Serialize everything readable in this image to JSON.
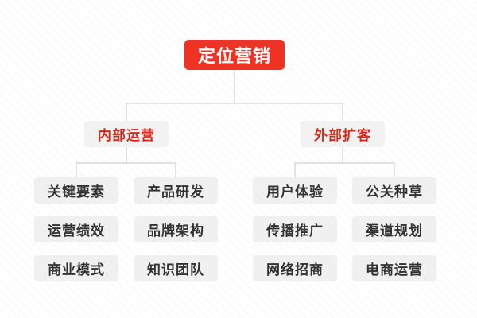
{
  "diagram": {
    "title": "定位营销",
    "line_color": "#c6c6c6",
    "root_bg": "#ee3224",
    "root_text_color": "#ffffff",
    "branch_bg": "#f2f2f2",
    "branch_text_color": "#d8271d",
    "leaf_bg": "#f0f0f0",
    "leaf_text_color": "#333333",
    "root": {
      "label": "定位营销"
    },
    "branches": [
      {
        "label": "内部运营",
        "columns": [
          {
            "items": [
              "关键要素",
              "运营绩效",
              "商业模式"
            ]
          },
          {
            "items": [
              "产品研发",
              "品牌架构",
              "知识团队"
            ]
          }
        ]
      },
      {
        "label": "外部扩客",
        "columns": [
          {
            "items": [
              "用户体验",
              "传播推广",
              "网络招商"
            ]
          },
          {
            "items": [
              "公关种草",
              "渠道规划",
              "电商运营"
            ]
          }
        ]
      }
    ]
  }
}
